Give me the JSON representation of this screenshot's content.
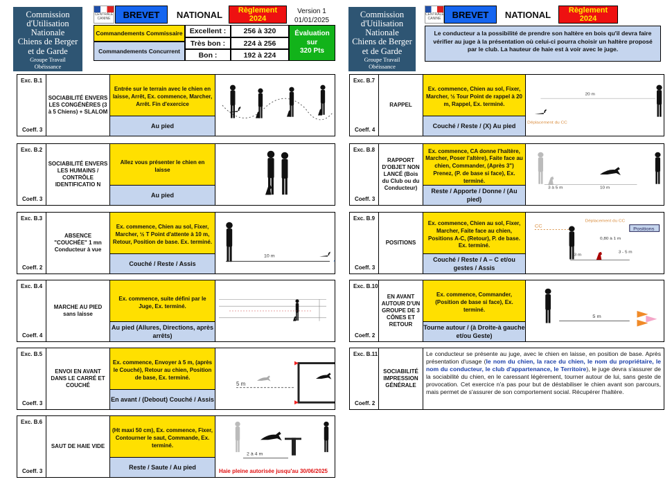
{
  "logo": {
    "line1": "Commission",
    "line2": "d'Utilisation",
    "line3": "Nationale",
    "line4": "Chiens de Berger",
    "line5": "et de Garde",
    "line6": "Groupe Travail",
    "line7": "Obéissance"
  },
  "flag": {
    "text1": "CENTRALE",
    "text2": "CANINE"
  },
  "header": {
    "brevet": "BREVET",
    "national": "NATIONAL",
    "reglement_line1": "Règlement",
    "reglement_line2": "2024",
    "version_line1": "Version 1",
    "version_line2": "01/01/2025"
  },
  "commands": {
    "commissaire": "Commandements Commissaire",
    "concurrent": "Commandements Concurrent"
  },
  "grades": [
    {
      "label": "Excellent :",
      "range": "256 à 320"
    },
    {
      "label": "Très bon :",
      "range": "224 à 256"
    },
    {
      "label": "Bon :",
      "range": "192 à 224"
    }
  ],
  "evaluation": {
    "line1": "Évaluation",
    "line2": "sur",
    "line3": "320 Pts"
  },
  "intro": "Le conducteur a la possibilité de prendre son haltère en bois qu'il devra faire vérifier au juge à la présentation où celui-ci pourra choisir un haltère proposé par le club. La hauteur de haie est à voir avec le juge.",
  "exercises_left": [
    {
      "num": "Exc. B.1",
      "title": "SOCIABILITÉ ENVERS LES CONGÉNÈRES (3 à 5 Chiens) + SLALOM",
      "coef": "Coeff. 3",
      "instr": "Entrée sur le terrain avec le chien en laisse, Arrêt, Ex. commence, Marcher, Arrêt. Fin d'exercice",
      "pos": "Au pied"
    },
    {
      "num": "Exc. B.2",
      "title": "SOCIABILITÉ ENVERS LES HUMAINS / CONTRÔLE IDENTIFICATIO N",
      "coef": "Coeff. 3",
      "instr": "Allez vous présenter le chien en laisse",
      "pos": "Au pied"
    },
    {
      "num": "Exc. B.3",
      "title": "ABSENCE \"COUCHÉE\" 1 mn Conducteur à vue",
      "coef": "Coeff. 2",
      "instr": "Ex. commence, Chien au sol, Fixer, Marcher, ½ T Point d'attente à 10 m, Retour, Position de base. Ex. terminé.",
      "pos": "Couché / Reste / Assis"
    },
    {
      "num": "Exc. B.4",
      "title": "MARCHE AU PIED sans laisse",
      "coef": "Coeff. 4",
      "instr": "Ex. commence, suite défini par le Juge, Ex. terminé.",
      "pos": "Au pied (Allures, Directions, après arrêts)"
    },
    {
      "num": "Exc. B.5",
      "title": "ENVOI EN AVANT DANS LE CARRÉ ET COUCHÉ",
      "coef": "Coeff. 3",
      "instr": "Ex. commence, Envoyer à 5 m, (après le Couché), Retour au chien, Position de base, Ex. terminé.",
      "pos": "En avant / (Debout) Couché / Assis"
    },
    {
      "num": "Exc. B.6",
      "title": "SAUT DE HAIE VIDE",
      "coef": "Coeff. 3",
      "instr": "(Ht maxi 50 cm), Ex. commence, Fixer, Contourner le saut, Commande, Ex. terminé.",
      "pos": "Reste / Saute / Au pied"
    }
  ],
  "exercises_right": [
    {
      "num": "Exc. B.7",
      "title": "RAPPEL",
      "coef": "Coeff. 4",
      "instr": "Ex. commence, Chien au sol, Fixer, Marcher, ½ Tour Point de rappel à 20 m, Rappel, Ex. terminé.",
      "pos": "Couché / Reste / (X) Au pied"
    },
    {
      "num": "Exc. B.8",
      "title": "RAPPORT D'OBJET NON LANCÉ (Bois du Club ou du Conducteur)",
      "coef": "Coeff. 3",
      "instr": "Ex. commence, CA donne l'haltère, Marcher, Poser l'altère), Faite face au chien, Commander, (Après 3\") Prenez, (P. de base si face), Ex. terminé.",
      "pos": "Reste / Apporte / Donne / (Au pied)"
    },
    {
      "num": "Exc. B.9",
      "title": "POSITIONS",
      "coef": "Coeff. 3",
      "instr": "Ex. commence, Chien au sol, Fixer, Marcher, Faite face au chien, Positions A-C, (Retour), P. de base. Ex. terminé.",
      "pos": "Couché / Reste / A – C et/ou gestes / Assis"
    },
    {
      "num": "Exc. B.10",
      "title": "EN AVANT AUTOUR D'UN GROUPE DE 3 CÔNES ET RETOUR",
      "coef": "Coeff. 2",
      "instr": "Ex. commence, Commander, (Position de base si face), Ex. terminé.",
      "pos": "Tourne autour / (à Droite-à gauche et/ou Geste)"
    },
    {
      "num": "Exc. B.11",
      "title": "SOCIABILITÉ IMPRESSION GÉNÉRALE",
      "coef": "Coeff. 2"
    }
  ],
  "b11_text": {
    "p1": "Le conducteur se présente au juge, avec le chien en laisse, en position de base. Après présentation d'usage (",
    "blue": "le nom du chien, la race du chien, le nom du propriétaire, le nom du conducteur, le club d'appartenance, le Territoire",
    "p2": "), le juge devra s'assurer de la sociabilité du chien, en le caressant légèrement, tourner autour de lui, sans geste de provocation. Cet exercice n'a pas pour but de déstabiliser le chien avant son parcours, mais permet de s'assurer de son comportement social. Récupérer l'haltère."
  },
  "diagram_labels": {
    "b3_dist": "10 m",
    "b5_dist": "5 m",
    "b6_dist": "2 à 4 m",
    "b6_note": "Haie pleine autorisée jusqu'au 30/06/2025",
    "b7_dist": "20 m",
    "b7_cc": "Déplacement du CC",
    "b8_d1": "3 à 5 m",
    "b8_d2": "10 m",
    "b9_cc_move": "Déplacement du CC",
    "b9_cc": "CC",
    "b9_positions": "Positions",
    "b9_d1": "0,80 à 1 m",
    "b9_d2": "3 m",
    "b9_d3": "3 - 5 m",
    "b10_dist": "5 m"
  },
  "colors": {
    "logo_bg": "#2e5573",
    "yellow": "#ffe000",
    "light_blue": "#c5d5ee",
    "green": "#12b31a",
    "red": "#ee1111",
    "blue": "#1565f0",
    "note_red": "#e01010"
  }
}
